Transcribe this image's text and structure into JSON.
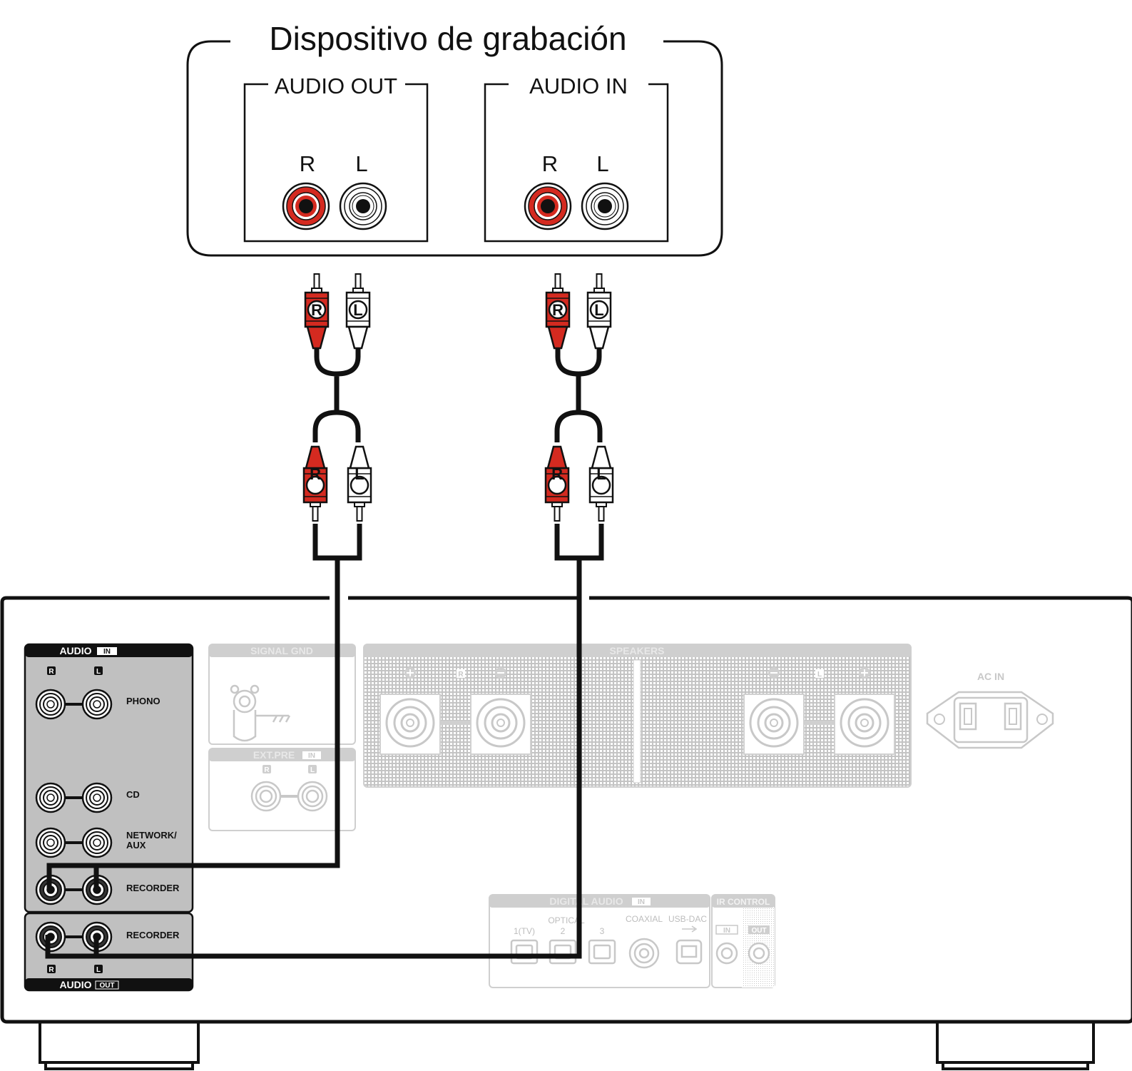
{
  "device": {
    "title": "Dispositivo de grabación",
    "audio_out": {
      "label": "AUDIO OUT",
      "r": "R",
      "l": "L"
    },
    "audio_in": {
      "label": "AUDIO IN",
      "r": "R",
      "l": "L"
    }
  },
  "plugs": {
    "r": "R",
    "l": "L"
  },
  "amplifier": {
    "audio_in_panel": {
      "header": "AUDIO",
      "badge": "IN",
      "r": "R",
      "l": "L",
      "rows": [
        "PHONO",
        "CD",
        "NETWORK/",
        "AUX",
        "RECORDER"
      ]
    },
    "audio_out_panel": {
      "header": "AUDIO",
      "badge": "OUT",
      "r": "R",
      "l": "L",
      "row": "RECORDER"
    },
    "signal_gnd": "SIGNAL GND",
    "ext_pre": {
      "label": "EXT.PRE",
      "badge": "IN",
      "r": "R",
      "l": "L"
    },
    "speakers": {
      "label": "SPEAKERS",
      "r": "R",
      "l": "L"
    },
    "ac_in": "AC IN",
    "digital_audio": {
      "label": "DIGITAL AUDIO",
      "badge": "IN",
      "optical": "OPTICAL",
      "port1": "1(TV)",
      "port2": "2",
      "port3": "3",
      "coaxial": "COAXIAL",
      "usb": "USB-DAC"
    },
    "ir_control": {
      "label": "IR CONTROL",
      "in": "IN",
      "out": "OUT"
    }
  },
  "colors": {
    "red": "#d42a20",
    "panel_grey": "#c0c0c0",
    "faded_grey": "#bdbdbd",
    "black": "#111111"
  }
}
